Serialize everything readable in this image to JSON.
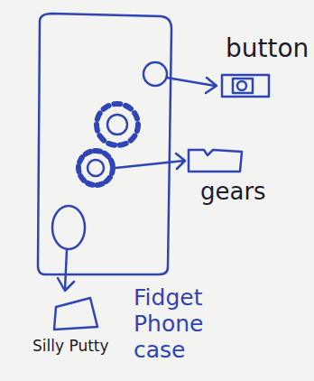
{
  "diagram": {
    "labels": [
      "button",
      "gears",
      "Silly Putty",
      "Fidget Phone case"
    ]
  }
}
